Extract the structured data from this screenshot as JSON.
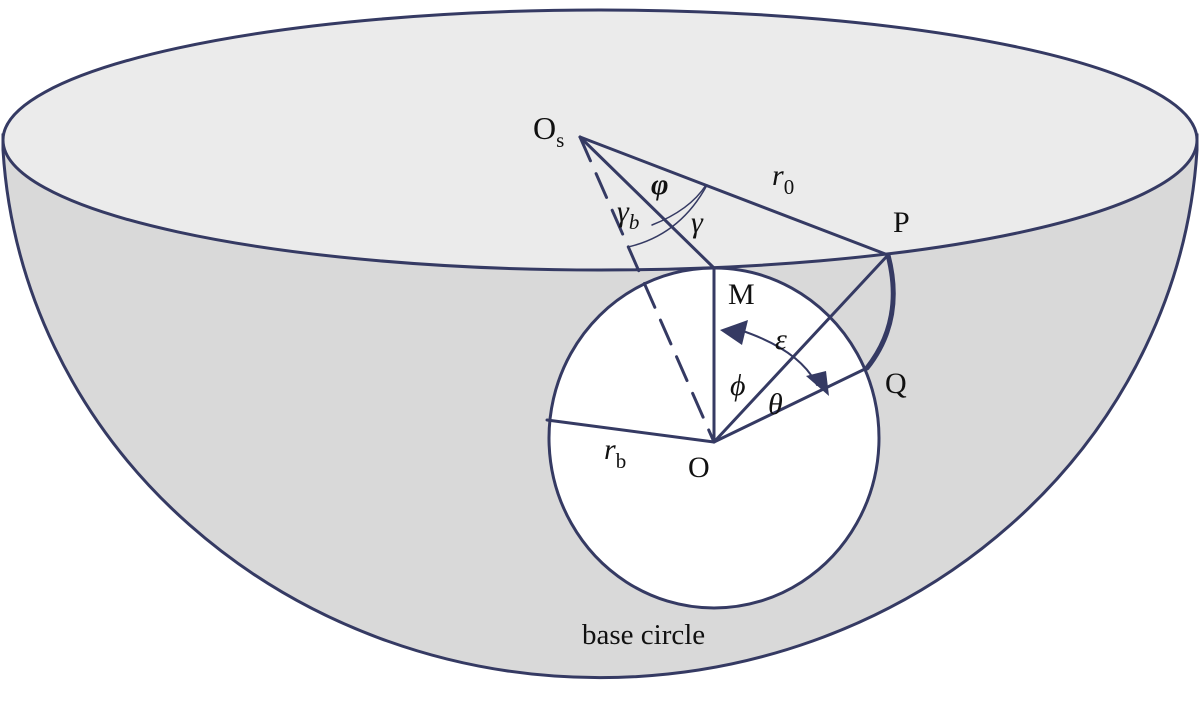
{
  "diagram": {
    "labels": {
      "O_s": "O",
      "O_s_sub": "s",
      "r0": "r",
      "r0_sub": "0",
      "P": "P",
      "M": "M",
      "Q": "Q",
      "O": "O",
      "rb": "r",
      "rb_sub": "b",
      "varphi": "φ",
      "gamma_b": "γ",
      "gamma_b_sub": "b",
      "gamma": "γ",
      "epsilon": "ε",
      "phi": "ϕ",
      "theta": "θ",
      "base_circle": "base circle"
    },
    "colors": {
      "line": "#353a63",
      "outer_shell": "#d9d9d9",
      "top_ellipse": "#ebebeb",
      "base_circle_fill": "#ffffff"
    }
  }
}
